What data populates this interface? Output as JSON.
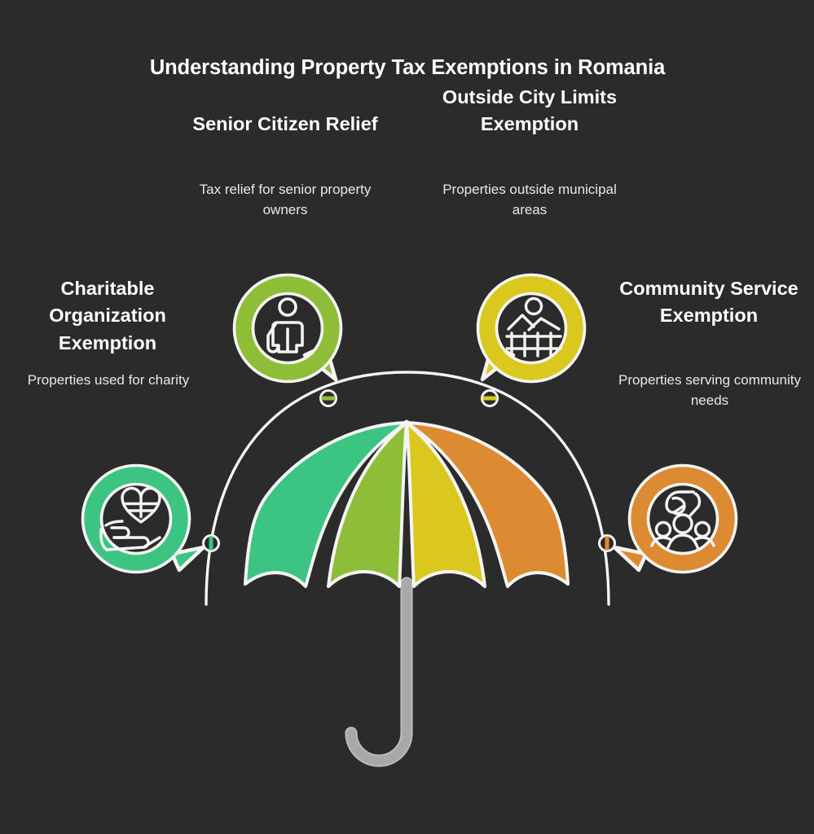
{
  "title": "Understanding Property Tax Exemptions in Romania",
  "background_color": "#2b2b2b",
  "nodes": [
    {
      "key": "senior",
      "heading": "Senior Citizen Relief",
      "description": "Tax relief for senior property owners",
      "color": "#8ebe38",
      "icon": "elderly-person-with-cane-icon",
      "position": "top-left"
    },
    {
      "key": "outside",
      "heading": "Outside City Limits Exemption",
      "description": "Properties outside municipal areas",
      "color": "#dbc81e",
      "icon": "rural-landscape-fence-icon",
      "position": "top-right"
    },
    {
      "key": "charity",
      "heading": "Charitable Organization Exemption",
      "description": "Properties used for charity",
      "color": "#3cc483",
      "icon": "hand-holding-heart-icon",
      "position": "left"
    },
    {
      "key": "community",
      "heading": "Community Service Exemption",
      "description": "Properties serving community needs",
      "color": "#dd8b33",
      "icon": "group-of-people-helping-hands-icon",
      "position": "right"
    }
  ],
  "umbrella": {
    "panels": [
      {
        "name": "panel-teal-green",
        "color": "#3cc483"
      },
      {
        "name": "panel-yellow-green",
        "color": "#8ebe38"
      },
      {
        "name": "panel-yellow",
        "color": "#dbc81e"
      },
      {
        "name": "panel-orange",
        "color": "#dd8b33"
      }
    ],
    "handle_color": "#a8a8a8",
    "outline_color": "#f4f4f2"
  },
  "arc": {
    "stroke_color": "#f4f4f2",
    "connector_dots": [
      {
        "name": "dot-charity",
        "color": "#3cc483"
      },
      {
        "name": "dot-senior",
        "color": "#8ebe38"
      },
      {
        "name": "dot-outside",
        "color": "#dbc81e"
      },
      {
        "name": "dot-community",
        "color": "#dd8b33"
      }
    ]
  }
}
